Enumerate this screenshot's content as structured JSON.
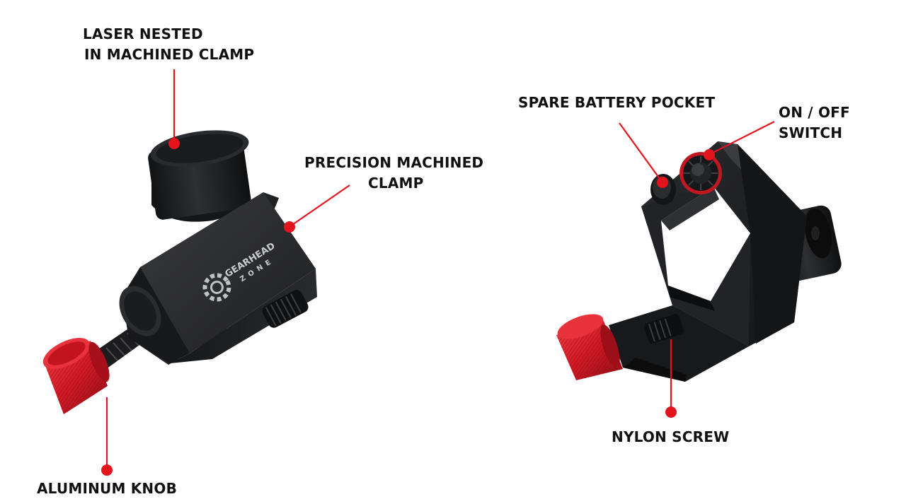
{
  "colors": {
    "leader_red": "#e4141c",
    "text": "#111111",
    "clamp_black": "#1c1d1f",
    "knob_red": "#d8202b"
  },
  "labels": {
    "laser_nested": [
      "LASER NESTED",
      "IN MACHINED CLAMP"
    ],
    "precision_clamp": [
      "PRECISION MACHINED",
      "CLAMP"
    ],
    "aluminum_knob": [
      "ALUMINUM KNOB"
    ],
    "spare_battery": [
      "SPARE BATTERY POCKET"
    ],
    "on_off": [
      "ON / OFF",
      "SWITCH"
    ],
    "nylon_screw": [
      "NYLON SCREW"
    ]
  },
  "logo_text": [
    "GEARHEAD",
    "ZONE"
  ]
}
